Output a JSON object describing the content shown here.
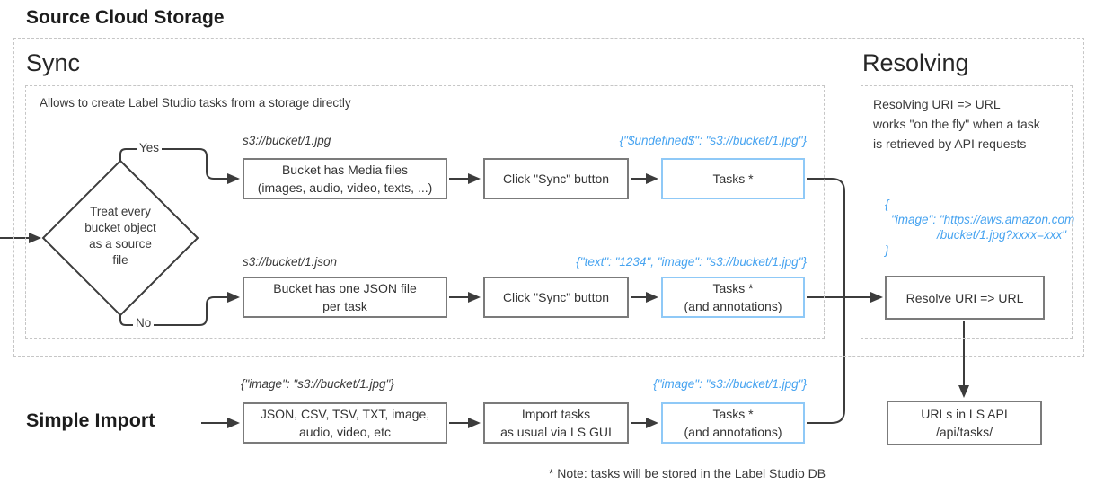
{
  "title": "Source Cloud Storage",
  "sync": {
    "heading": "Sync",
    "description": "Allows to create Label Studio tasks from a storage directly",
    "decision": {
      "line1": "Treat every",
      "line2": "bucket object",
      "line3": "as a source",
      "line4": "file",
      "yes": "Yes",
      "no": "No"
    },
    "row_media": {
      "uri": "s3://bucket/1.jpg",
      "source_line1": "Bucket has Media files",
      "source_line2": "(images, audio, video, texts, ...)",
      "action": "Click \"Sync\" button",
      "result_json": "{\"$undefined$\": \"s3://bucket/1.jpg\"}",
      "result_line1": "Tasks *"
    },
    "row_json": {
      "uri": "s3://bucket/1.json",
      "source_line1": "Bucket has one JSON file",
      "source_line2": "per task",
      "action": "Click \"Sync\" button",
      "result_json": "{\"text\": \"1234\", \"image\": \"s3://bucket/1.jpg\"}",
      "result_line1": "Tasks *",
      "result_line2": "(and annotations)"
    }
  },
  "simple_import": {
    "heading": "Simple Import",
    "input_json": "{\"image\": \"s3://bucket/1.jpg\"}",
    "source_line1": "JSON, CSV, TSV, TXT, image,",
    "source_line2": "audio, video, etc",
    "action_line1": "Import tasks",
    "action_line2": "as usual via LS GUI",
    "result_json": "{\"image\": \"s3://bucket/1.jpg\"}",
    "result_line1": "Tasks *",
    "result_line2": "(and annotations)"
  },
  "resolving": {
    "heading": "Resolving",
    "desc_line1": "Resolving URI => URL",
    "desc_line2": "works \"on the fly\" when a task",
    "desc_line3": "is retrieved by API requests",
    "json_line1": "{",
    "json_line2": "\"image\": \"https://aws.amazon.com",
    "json_line3": "/bucket/1.jpg?xxxx=xxx\"",
    "json_line4": "}",
    "resolve_box": "Resolve URI => URL",
    "output_line1": "URLs in LS API",
    "output_line2": "/api/tasks/"
  },
  "footnote": "* Note: tasks will be stored in the Label Studio DB",
  "colors": {
    "accent_blue_text": "#46a3f0",
    "blue_box_border": "#8fc9f7",
    "box_border": "#7b7b7b",
    "connector_line": "#3c3c3c",
    "dashed_border": "#c6c6c6"
  }
}
